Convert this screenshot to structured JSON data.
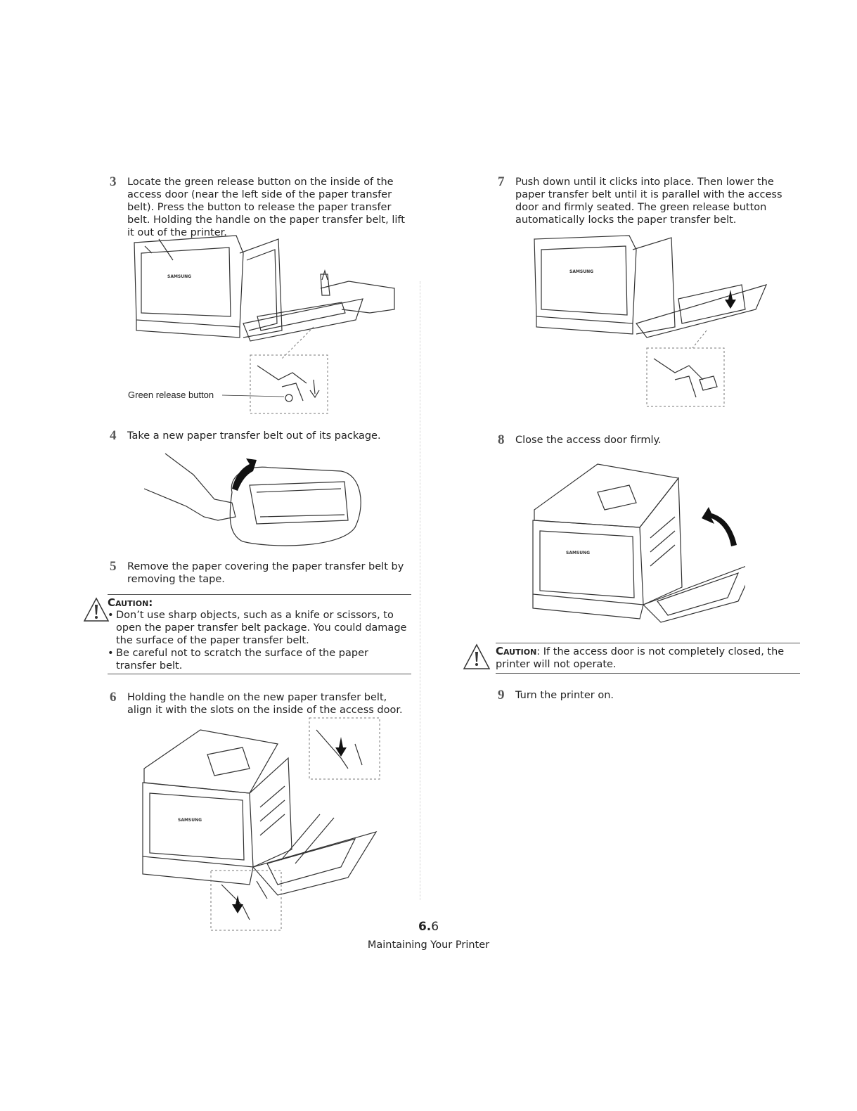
{
  "left_column": {
    "step3": {
      "number": "3",
      "text": "Locate the green release button on the inside of the access door (near the left side of the paper transfer belt). Press the button to release the paper transfer belt. Holding the handle on the paper transfer belt, lift it out of the printer."
    },
    "figure3_callout": "Green release button",
    "step4": {
      "number": "4",
      "text": "Take a new paper transfer belt out of its package."
    },
    "step5": {
      "number": "5",
      "text": "Remove the paper covering the paper transfer belt by removing the tape."
    },
    "caution1": {
      "title": "Caution:",
      "bullets": [
        "Don’t use sharp objects, such as a knife or scissors, to open the paper transfer belt package. You could damage the surface of the paper transfer belt.",
        "Be careful not to scratch the surface of the paper transfer belt."
      ]
    },
    "step6": {
      "number": "6",
      "text": "Holding the handle on the new paper transfer belt, align it with the slots on the inside of the access door."
    }
  },
  "right_column": {
    "step7": {
      "number": "7",
      "text": "Push down until it clicks into place. Then lower the paper transfer belt until it is parallel with the access door and firmly seated. The green release button automatically locks the paper transfer belt."
    },
    "step8": {
      "number": "8",
      "text": "Close the access door firmly."
    },
    "caution2": {
      "title": "Caution",
      "text": ": If the access door is not completely closed, the printer will not operate."
    },
    "step9": {
      "number": "9",
      "text": "Turn the printer on."
    }
  },
  "footer": {
    "chapter": "6.",
    "page": "6",
    "section_title": "Maintaining Your Printer"
  }
}
